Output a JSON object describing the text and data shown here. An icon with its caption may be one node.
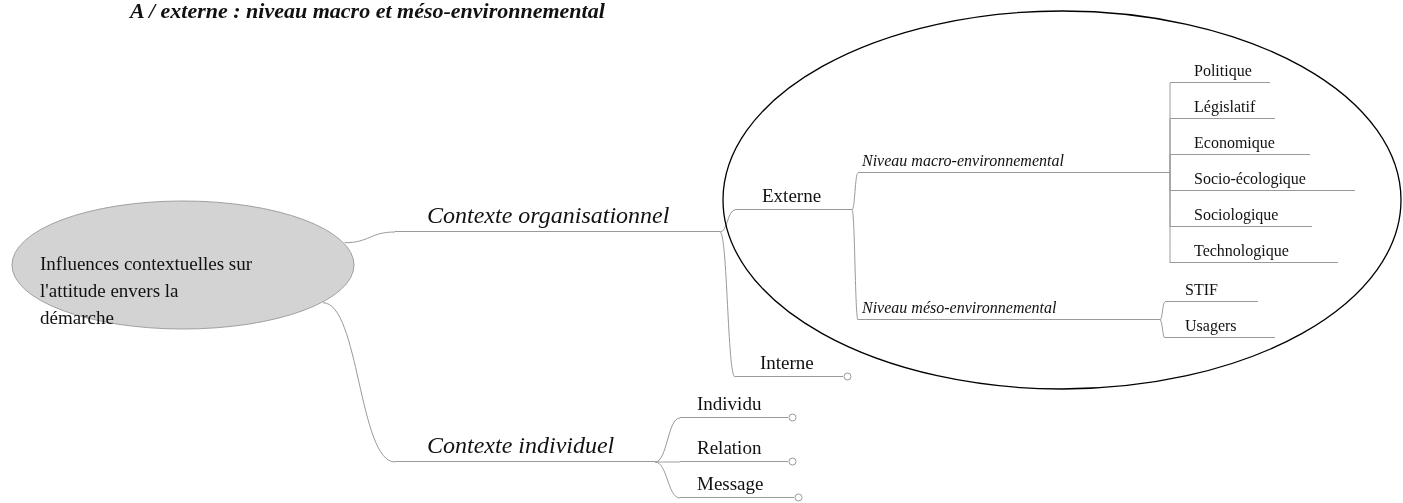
{
  "diagram": {
    "title": "A / externe : niveau macro et méso-environnemental",
    "nodes": [
      {
        "text": [
          "Influences contextuelles sur l'attitude envers la démarche"
        ]
      },
      {
        "text": [
          "Contexte organisationnel"
        ]
      },
      {
        "text": [],
        "shape": "circle"
      },
      {
        "text": [
          "Externe"
        ],
        "in": 2
      },
      {
        "text": [
          "Niveau macro-environnemental"
        ],
        "in": 2
      },
      {
        "text": [
          "Politique"
        ],
        "in": 2
      },
      {
        "text": [
          "Législatif"
        ],
        "in": 2
      },
      {
        "text": [
          "Economique"
        ],
        "in": 2
      },
      {
        "text": [
          "Socio-écologique"
        ],
        "in": 2
      },
      {
        "text": [
          "Sociologique"
        ],
        "in": 2
      },
      {
        "text": [
          "Technologique"
        ],
        "in": 2
      },
      {
        "text": [
          "Niveau méso-environnemental"
        ],
        "in": 2
      },
      {
        "text": [
          "STIF"
        ],
        "in": 2
      },
      {
        "text": [
          "Usagers"
        ],
        "in": 2
      },
      {
        "text": [
          "Interne"
        ]
      },
      {
        "text": [
          "Contexte individuel"
        ]
      },
      {
        "text": [
          "Individu"
        ]
      },
      {
        "text": [
          "Relation"
        ]
      },
      {
        "text": [
          "Message"
        ]
      }
    ],
    "edges": [
      {
        "from": 0,
        "to": 1,
        "arrow": "none"
      },
      {
        "from": 0,
        "to": 15,
        "arrow": "none"
      },
      {
        "from": 1,
        "to": 3,
        "arrow": "none"
      },
      {
        "from": 1,
        "to": 14,
        "arrow": "none"
      },
      {
        "from": 3,
        "to": 4,
        "arrow": "none"
      },
      {
        "from": 3,
        "to": 11,
        "arrow": "none"
      },
      {
        "from": 4,
        "to": 5,
        "arrow": "none"
      },
      {
        "from": 4,
        "to": 6,
        "arrow": "none"
      },
      {
        "from": 4,
        "to": 7,
        "arrow": "none"
      },
      {
        "from": 4,
        "to": 8,
        "arrow": "none"
      },
      {
        "from": 4,
        "to": 9,
        "arrow": "none"
      },
      {
        "from": 4,
        "to": 10,
        "arrow": "none"
      },
      {
        "from": 11,
        "to": 12,
        "arrow": "none"
      },
      {
        "from": 11,
        "to": 13,
        "arrow": "none"
      },
      {
        "from": 15,
        "to": 16,
        "arrow": "none"
      },
      {
        "from": 15,
        "to": 17,
        "arrow": "none"
      },
      {
        "from": 15,
        "to": 18,
        "arrow": "none"
      }
    ]
  }
}
